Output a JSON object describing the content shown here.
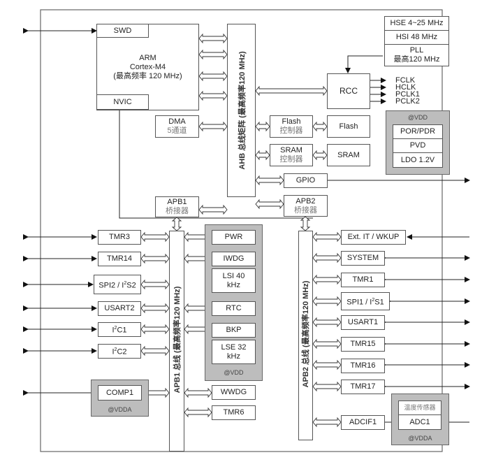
{
  "diagram": {
    "core": {
      "swd": "SWD",
      "title1": "ARM",
      "title2": "Cortex-M4",
      "title3": "(最高频率 120 MHz)",
      "nvic": "NVIC"
    },
    "ahb_bus": {
      "label": "AHB 总线矩阵 (最高频率120 MHz)"
    },
    "apb1_bus": {
      "label": "APB1 总线 (最高频率120 MHz)"
    },
    "apb2_bus": {
      "label": "APB2 总线 (最高频率120 MHz)"
    },
    "dma": {
      "line1": "DMA",
      "line2": "5通道"
    },
    "apb1_bridge": {
      "line1": "APB1",
      "line2": "桥接器"
    },
    "apb2_bridge": {
      "line1": "APB2",
      "line2": "桥接器"
    },
    "clocks": {
      "hse": "HSE 4~25 MHz",
      "hsi": "HSI 48 MHz",
      "pll1": "PLL",
      "pll2": "最高120 MHz"
    },
    "rcc": "RCC",
    "rcc_outputs": [
      "FCLK",
      "HCLK",
      "PCLK1",
      "PCLK2"
    ],
    "power": {
      "vdd": "@VDD",
      "items": [
        "POR/PDR",
        "PVD",
        "LDO 1.2V"
      ]
    },
    "flash_ctrl": {
      "line1": "Flash",
      "line2": "控制器"
    },
    "flash": "Flash",
    "sram_ctrl": {
      "line1": "SRAM",
      "line2": "控制器"
    },
    "sram": "SRAM",
    "gpio": "GPIO",
    "apb1_left": [
      "TMR3",
      "TMR14",
      "SPI2 / I2S2",
      "USART2",
      "I2C1",
      "I2C2"
    ],
    "vdd_domain": {
      "items": [
        "PWR",
        "IWDG",
        "LSI 40 kHz",
        "RTC",
        "BKP",
        "LSE 32 kHz"
      ],
      "vdd": "@VDD"
    },
    "comp": {
      "label": "COMP1",
      "vdd": "@VDDA"
    },
    "apb1_bottom": [
      "WWDG",
      "TMR6"
    ],
    "apb2_right": [
      "Ext. IT / WKUP",
      "SYSTEM",
      "TMR1",
      "SPI1 / I2S1",
      "USART1",
      "TMR15",
      "TMR16",
      "TMR17"
    ],
    "adcif": "ADCIF1",
    "adc": {
      "sensor": "温度传感器",
      "label": "ADC1",
      "vdd": "@VDDA"
    }
  }
}
